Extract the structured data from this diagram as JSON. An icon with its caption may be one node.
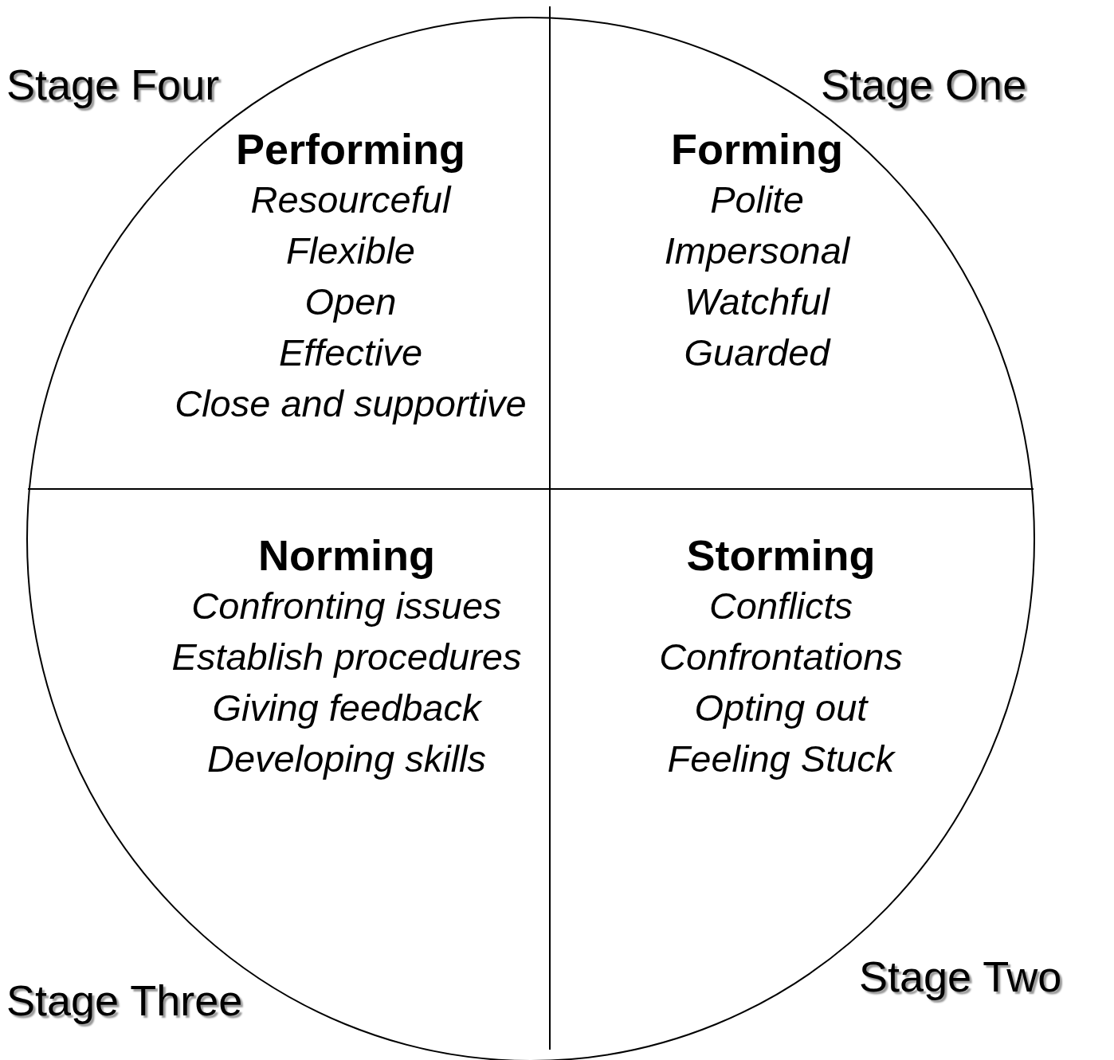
{
  "diagram": {
    "nodes": [
      {
        "text": [],
        "shape": "circle"
      },
      {
        "text": [
          "Performing",
          "Resourceful",
          "Flexible",
          "Open",
          "Effective",
          "Close and supportive"
        ],
        "in": 0
      },
      {
        "text": [
          "Forming",
          "Polite",
          "Impersonal",
          "Watchful",
          "Guarded"
        ],
        "in": 0
      },
      {
        "text": [
          "Norming",
          "Confronting issues",
          "Establish procedures",
          "Giving feedback",
          "Developing skills"
        ],
        "in": 0
      },
      {
        "text": [
          "Storming",
          "Conflicts",
          "Confrontations",
          "Opting out",
          "Feeling Stuck"
        ],
        "in": 0
      }
    ],
    "edges": [],
    "labels": [
      "Stage Four",
      "Stage One",
      "Stage Three",
      "Stage Two"
    ]
  }
}
